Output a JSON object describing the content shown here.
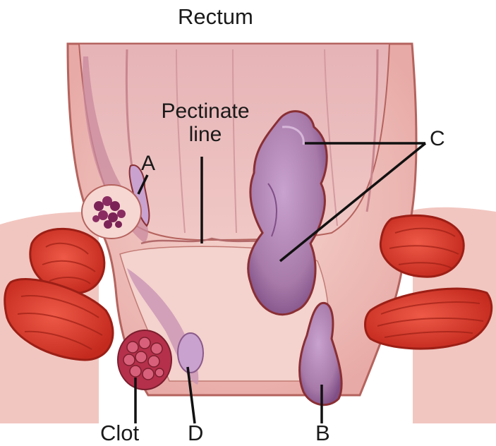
{
  "labels": {
    "rectum": "Rectum",
    "pectinate_line_1": "Pectinate",
    "pectinate_line_2": "line",
    "a": "A",
    "b": "B",
    "c": "C",
    "d": "D",
    "clot": "Clot"
  },
  "colors": {
    "tissue_light": "#f3c9c4",
    "tissue_mid": "#e9a9a6",
    "tissue_outline": "#a8504c",
    "mucosa": "#c98a9e",
    "hemorrhoid": "#a77aa9",
    "hemorrhoid_dark": "#7f4f86",
    "muscle": "#d8392b",
    "muscle_dark": "#9c1f16",
    "clot": "#7b2356"
  }
}
